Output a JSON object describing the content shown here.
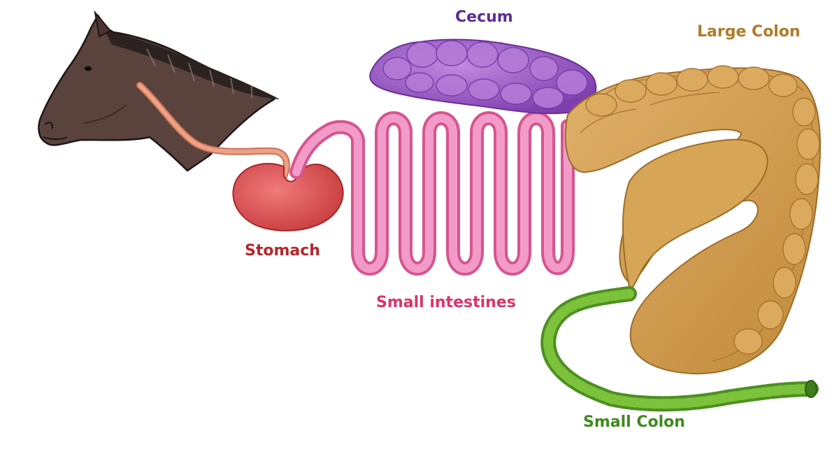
{
  "labels": {
    "cecum": "Cecum",
    "large_colon": "Large Colon",
    "stomach": "Stomach",
    "small_intestines": "Small intestines",
    "small_colon": "Small Colon"
  },
  "colors": {
    "cecum": "#5e2d91",
    "large_colon": "#b07b2a",
    "stomach": "#b5282c",
    "small_intestines": "#d9346c",
    "small_colon": "#3f8a1f",
    "horse_coat": "#5a423d",
    "mane": "#2c2220",
    "esophagus": "#e99b7e",
    "stomach_fill": "#d9474a",
    "intestine_fill": "#ee8fc4",
    "cecum_fill": "#9a5cc4",
    "colon_fill": "#cf9a48",
    "small_colon_fill": "#6fb52e"
  },
  "icons": {
    "horse": "horse-head-icon"
  }
}
